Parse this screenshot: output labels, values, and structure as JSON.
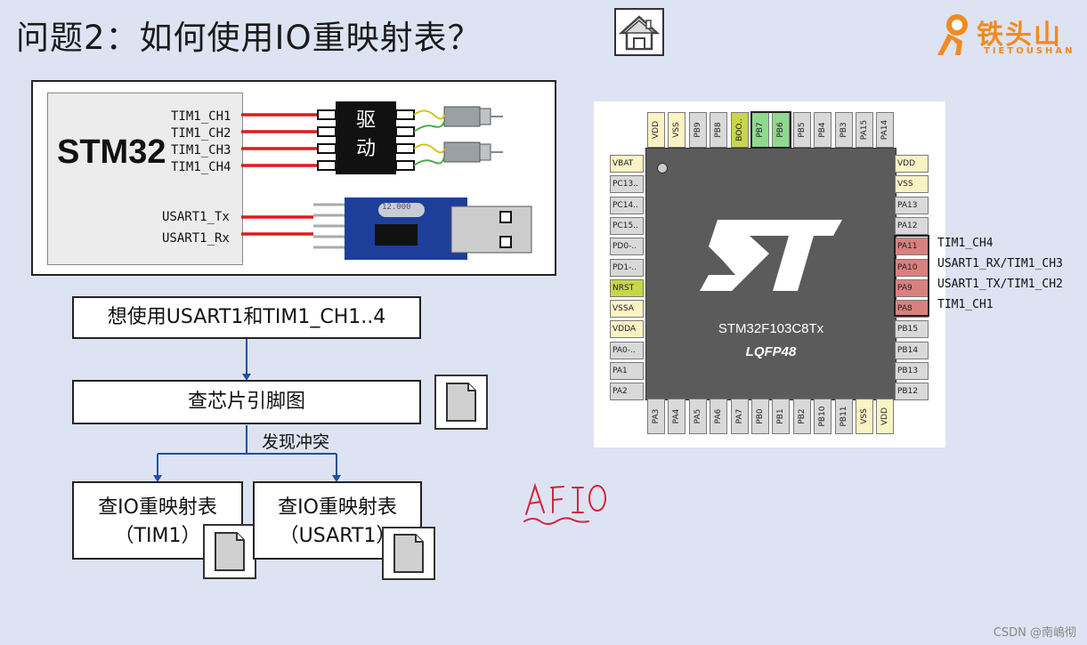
{
  "title": "问题2：如何使用IO重映射表？",
  "logo": {
    "text": "铁头山",
    "subtitle": "TIETOUSHAN"
  },
  "schematic": {
    "mcu_label": "STM32",
    "tim_pins": [
      "TIM1_CH1",
      "TIM1_CH2",
      "TIM1_CH3",
      "TIM1_CH4"
    ],
    "usart_pins": [
      "USART1_Tx",
      "USART1_Rx"
    ],
    "driver_label_1": "驱",
    "driver_label_2": "动",
    "module_text": "12.000"
  },
  "flow": {
    "step1": "想使用USART1和TIM1_CH1..4",
    "step2": "查芯片引脚图",
    "conflict": "发现冲突",
    "left_box_line1": "查IO重映射表",
    "left_box_line2": "（TIM1）",
    "right_box_line1": "查IO重映射表",
    "right_box_line2": "（USART1）"
  },
  "chip": {
    "name": "STM32F103C8Tx",
    "package": "LQFP48",
    "left_pins": [
      "VBAT",
      "PC13..",
      "PC14..",
      "PC15..",
      "PD0-..",
      "PD1-..",
      "NRST",
      "VSSA",
      "VDDA",
      "PA0-..",
      "PA1",
      "PA2"
    ],
    "right_pins": [
      "VDD",
      "VSS",
      "PA13",
      "PA12",
      "PA11",
      "PA10",
      "PA9",
      "PA8",
      "PB15",
      "PB14",
      "PB13",
      "PB12"
    ],
    "top_pins": [
      "VDD",
      "VSS",
      "PB9",
      "PB8",
      "BOO..",
      "PB7",
      "PB6",
      "PB5",
      "PB4",
      "PB3",
      "PA15",
      "PA14"
    ],
    "bottom_pins": [
      "PA3",
      "PA4",
      "PA5",
      "PA6",
      "PA7",
      "PB0",
      "PB1",
      "PB2",
      "PB10",
      "PB11",
      "VSS",
      "VDD"
    ],
    "pin_functions": [
      "TIM1_CH4",
      "USART1_RX/TIM1_CH3",
      "USART1_TX/TIM1_CH2",
      "TIM1_CH1"
    ]
  },
  "colors": {
    "power": "#fbf3c4",
    "gpio": "#d9d9d9",
    "nrst": "#c8d64b",
    "boot": "#c8d64b",
    "green": "#8fd98f",
    "red": "#d98080",
    "flow_arrow": "#1f4fa3",
    "wire": "#e01a1a"
  },
  "watermark": "CSDN @南嶋彻"
}
